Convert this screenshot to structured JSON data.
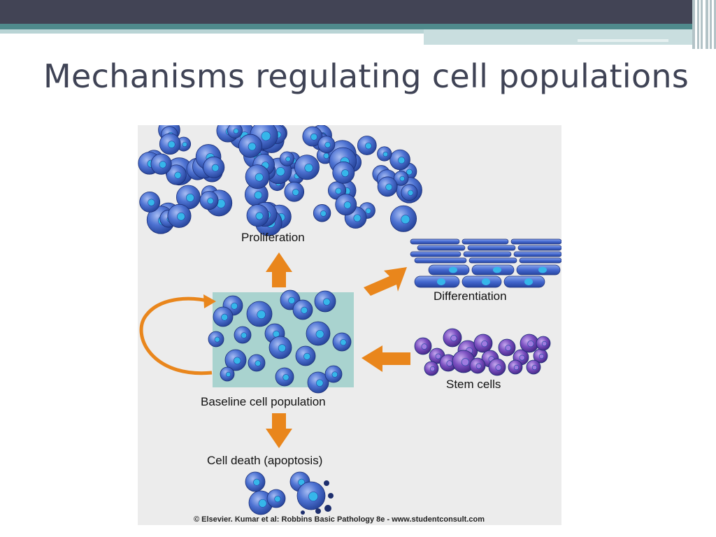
{
  "slide": {
    "title": "Mechanisms regulating cell populations"
  },
  "figure": {
    "labels": {
      "proliferation": "Proliferation",
      "differentiation": "Differentiation",
      "stem_cells": "Stem cells",
      "baseline": "Baseline cell population",
      "apoptosis": "Cell death (apoptosis)"
    },
    "credit": "© Elsevier. Kumar et al: Robbins Basic Pathology 8e - www.studentconsult.com"
  },
  "colors": {
    "header_dark": "#424455",
    "header_teal": "#4f8a8c",
    "title_text": "#3f4355",
    "figure_bg": "#ececec",
    "baseline_box": "#a9d3cf",
    "arrow_orange": "#e9861c",
    "cell_blue": "#3a5fc4",
    "stem_purple": "#7a4fb4"
  }
}
